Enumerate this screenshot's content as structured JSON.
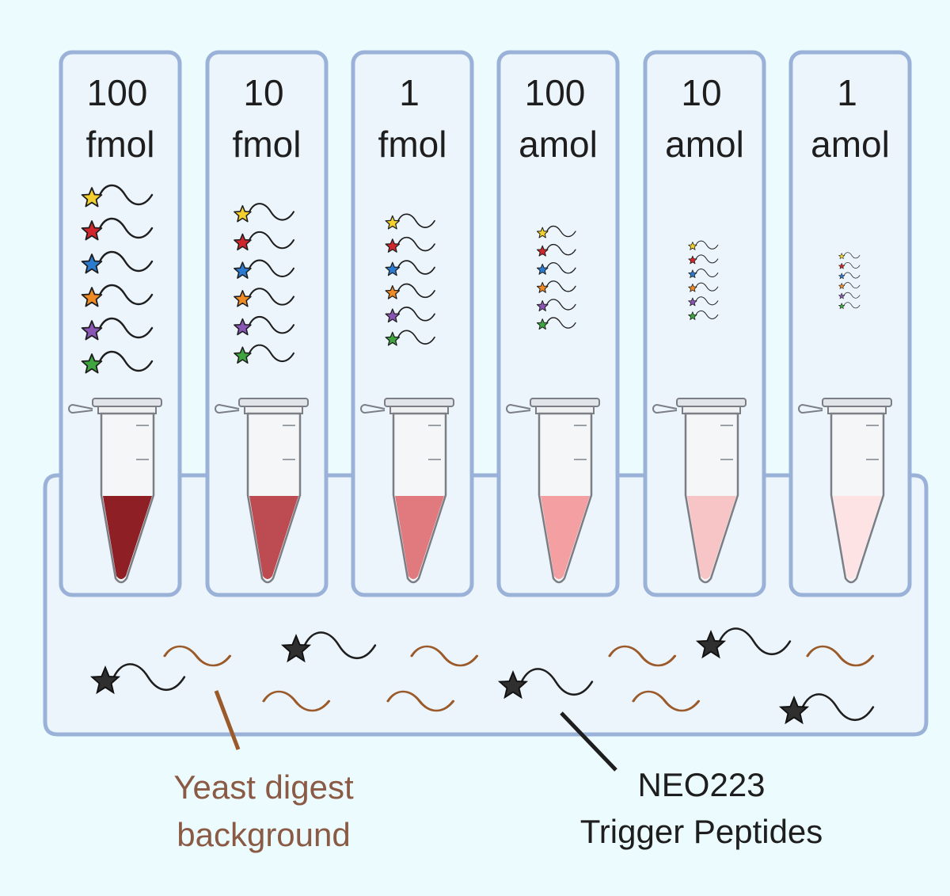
{
  "columns": [
    {
      "amount": "100",
      "unit": "fmol",
      "peptide_scale": 1.0,
      "sample_color": "#8d1f25"
    },
    {
      "amount": "10",
      "unit": "fmol",
      "peptide_scale": 0.85,
      "sample_color": "#bd4c52"
    },
    {
      "amount": "1",
      "unit": "fmol",
      "peptide_scale": 0.7,
      "sample_color": "#e07a7e"
    },
    {
      "amount": "100",
      "unit": "amol",
      "peptide_scale": 0.55,
      "sample_color": "#f4a0a2"
    },
    {
      "amount": "10",
      "unit": "amol",
      "peptide_scale": 0.42,
      "sample_color": "#f8c5c6"
    },
    {
      "amount": "1",
      "unit": "amol",
      "peptide_scale": 0.3,
      "sample_color": "#fde3e4"
    }
  ],
  "star_colors": {
    "yellow": "#f3d02b",
    "red": "#d1262c",
    "blue": "#2b7bd0",
    "orange": "#f08a24",
    "purple": "#8a55b5",
    "green": "#3fa63f"
  },
  "background_color": "#ecfbfe",
  "panel_fill": "#edf5fc",
  "panel_stroke": "#9ab2d8",
  "yeast_color": "#9a5a2a",
  "labels": {
    "yeast": {
      "line1": "Yeast digest",
      "line2": "background",
      "color": "#8a5a44"
    },
    "trigger": {
      "line1": "NEO223",
      "line2": "Trigger Peptides",
      "color": "#1e1e1e"
    }
  }
}
